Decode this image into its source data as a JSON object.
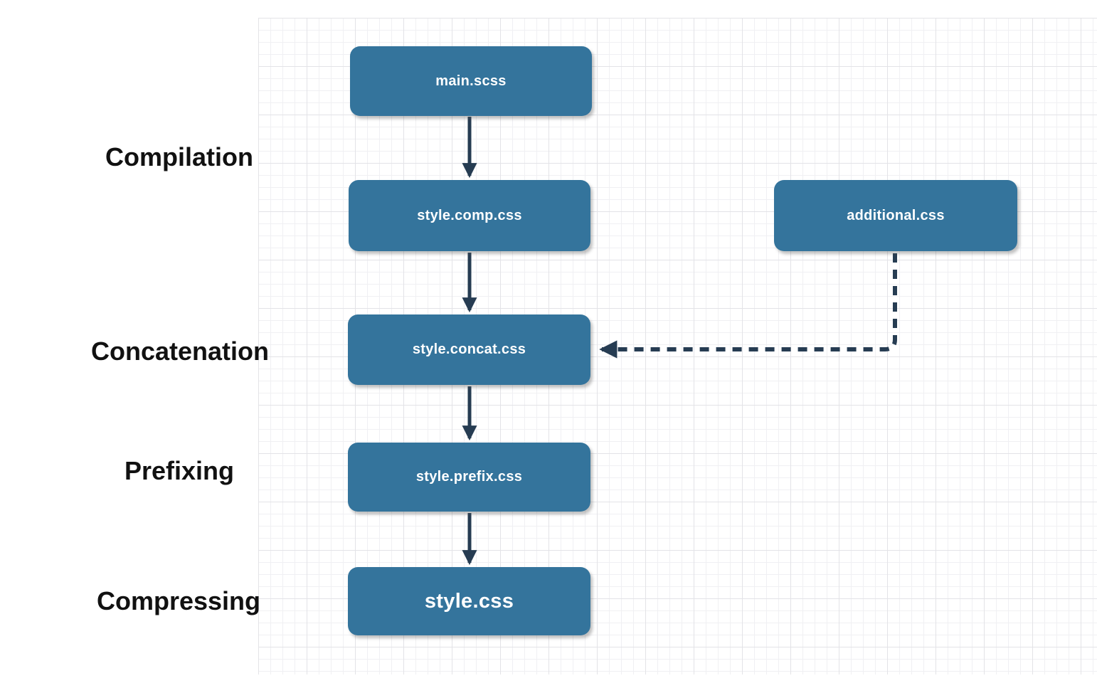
{
  "diagram": {
    "stages": [
      {
        "label": "Compilation"
      },
      {
        "label": "Concatenation"
      },
      {
        "label": "Prefixing"
      },
      {
        "label": "Compressing"
      }
    ],
    "nodes": [
      {
        "id": "main-scss",
        "label": "main.scss"
      },
      {
        "id": "style-comp-css",
        "label": "style.comp.css"
      },
      {
        "id": "additional-css",
        "label": "additional.css"
      },
      {
        "id": "style-concat-css",
        "label": "style.concat.css"
      },
      {
        "id": "style-prefix-css",
        "label": "style.prefix.css"
      },
      {
        "id": "style-css",
        "label": "style.css",
        "emphasis": true
      }
    ],
    "edges": [
      {
        "from": "main.scss",
        "to": "style.comp.css",
        "style": "solid",
        "direction": "down"
      },
      {
        "from": "style.comp.css",
        "to": "style.concat.css",
        "style": "solid",
        "direction": "down"
      },
      {
        "from": "additional.css",
        "to": "style.concat.css",
        "style": "dashed",
        "direction": "down-then-left"
      },
      {
        "from": "style.concat.css",
        "to": "style.prefix.css",
        "style": "solid",
        "direction": "down"
      },
      {
        "from": "style.prefix.css",
        "to": "style.css",
        "style": "solid",
        "direction": "down"
      }
    ],
    "colors": {
      "node_fill": "#34749C",
      "node_text": "#FFFFFF",
      "arrow": "#263C52",
      "stage_text": "#111111",
      "grid_line": "#F0F0F3",
      "grid_line_major": "#E3E3E7",
      "background": "#FFFFFF"
    }
  }
}
